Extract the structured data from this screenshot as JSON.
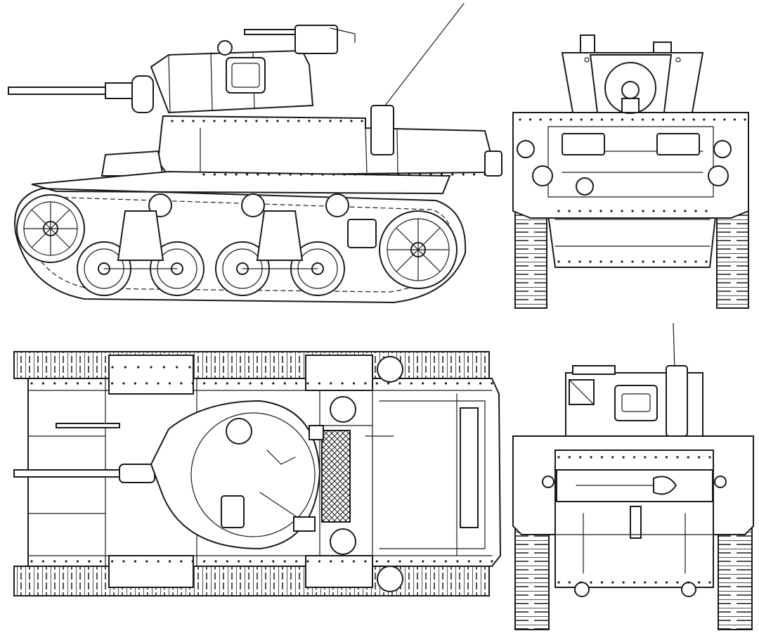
{
  "drawing": {
    "views": [
      {
        "id": "left-side",
        "label": ""
      },
      {
        "id": "front",
        "label": ""
      },
      {
        "id": "top",
        "label": ""
      },
      {
        "id": "rear",
        "label": ""
      }
    ],
    "line_color": "#1a1a1a",
    "background": "#ffffff",
    "icons": [
      "road-wheel-icon",
      "sprocket-icon",
      "idler-icon",
      "hatch-icon",
      "gun-icon"
    ]
  }
}
